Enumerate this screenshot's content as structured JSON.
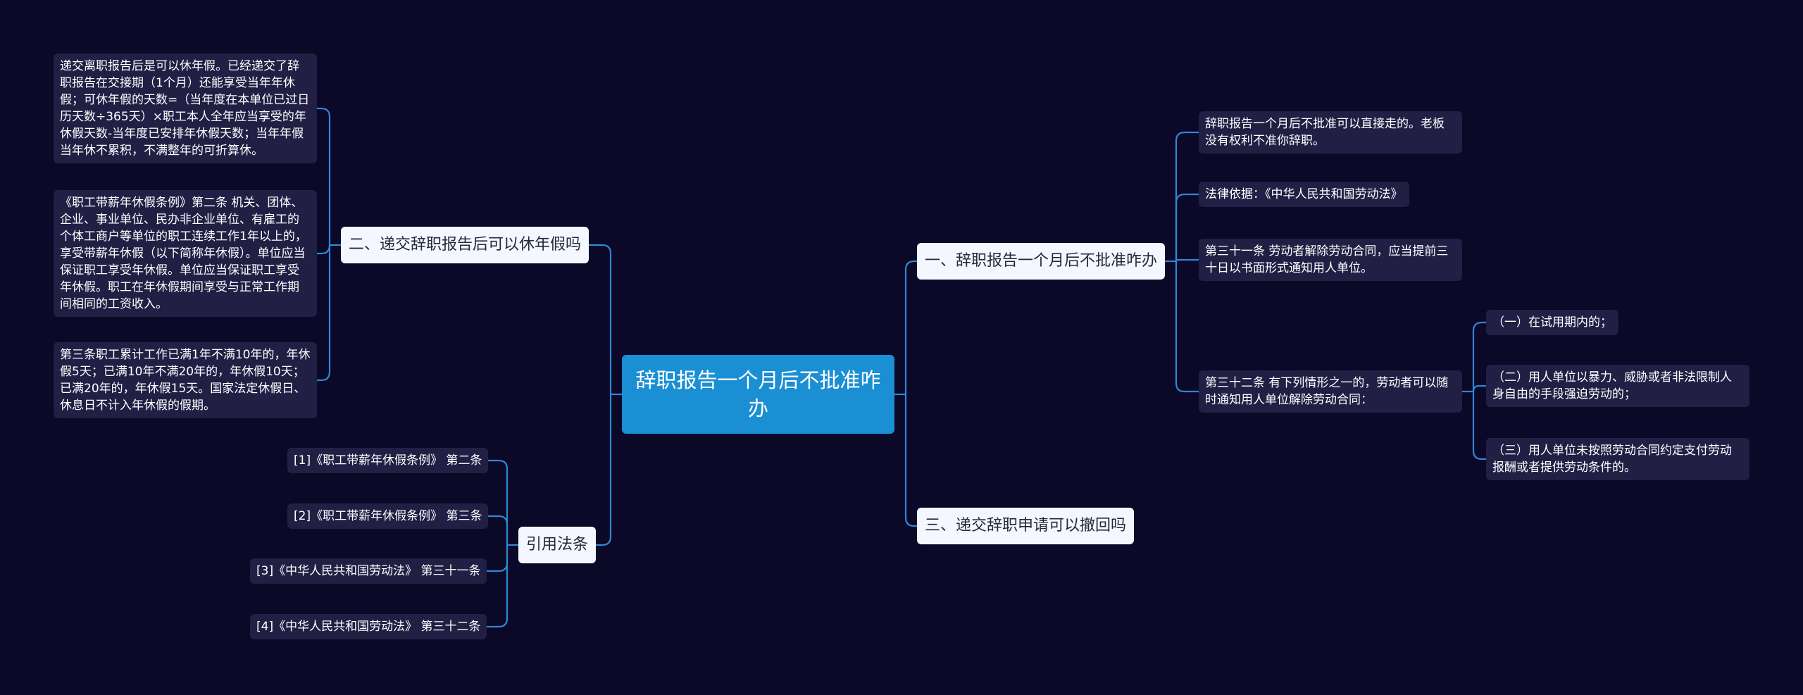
{
  "root": {
    "title": "辞职报告一个月后不批准咋办"
  },
  "right": [
    {
      "label": "一、辞职报告一个月后不批准咋办",
      "children": [
        {
          "text": "辞职报告一个月后不批准可以直接走的。老板没有权利不准你辞职。"
        },
        {
          "text": "法律依据：《中华人民共和国劳动法》"
        },
        {
          "text": "第三十一条 劳动者解除劳动合同，应当提前三十日以书面形式通知用人单位。"
        },
        {
          "text": "第三十二条 有下列情形之一的，劳动者可以随时通知用人单位解除劳动合同：",
          "children": [
            {
              "text": "（一）在试用期内的；"
            },
            {
              "text": "（二）用人单位以暴力、威胁或者非法限制人身自由的手段强迫劳动的；"
            },
            {
              "text": "（三）用人单位未按照劳动合同约定支付劳动报酬或者提供劳动条件的。"
            }
          ]
        }
      ]
    },
    {
      "label": "三、递交辞职申请可以撤回吗"
    }
  ],
  "left": [
    {
      "label": "二、递交辞职报告后可以休年假吗",
      "children": [
        {
          "text": "递交离职报告后是可以休年假。已经递交了辞职报告在交接期（1个月）还能享受当年年休假；可休年假的天数=（当年度在本单位已过日历天数÷365天）×职工本人全年应当享受的年休假天数-当年度已安排年休假天数；当年年假当年休不累积，不满整年的可折算休。"
        },
        {
          "text": "《职工带薪年休假条例》第二条 机关、团体、企业、事业单位、民办非企业单位、有雇工的个体工商户等单位的职工连续工作1年以上的，享受带薪年休假（以下简称年休假）。单位应当保证职工享受年休假。单位应当保证职工享受年休假。职工在年休假期间享受与正常工作期间相同的工资收入。"
        },
        {
          "text": "第三条职工累计工作已满1年不满10年的，年休假5天；已满10年不满20年的，年休假10天；已满20年的，年休假15天。国家法定休假日、休息日不计入年休假的假期。"
        }
      ]
    },
    {
      "label": "引用法条",
      "children": [
        {
          "text": "[1]《职工带薪年休假条例》 第二条"
        },
        {
          "text": "[2]《职工带薪年休假条例》 第三条"
        },
        {
          "text": "[3]《中华人民共和国劳动法》 第三十一条"
        },
        {
          "text": "[4]《中华人民共和国劳动法》 第三十二条"
        }
      ]
    }
  ],
  "colors": {
    "background": "#0b0828",
    "root": "#1b8fd3",
    "branch": "#f4f7ff",
    "leaf": "#221f45",
    "connector": "#2f88d1"
  }
}
